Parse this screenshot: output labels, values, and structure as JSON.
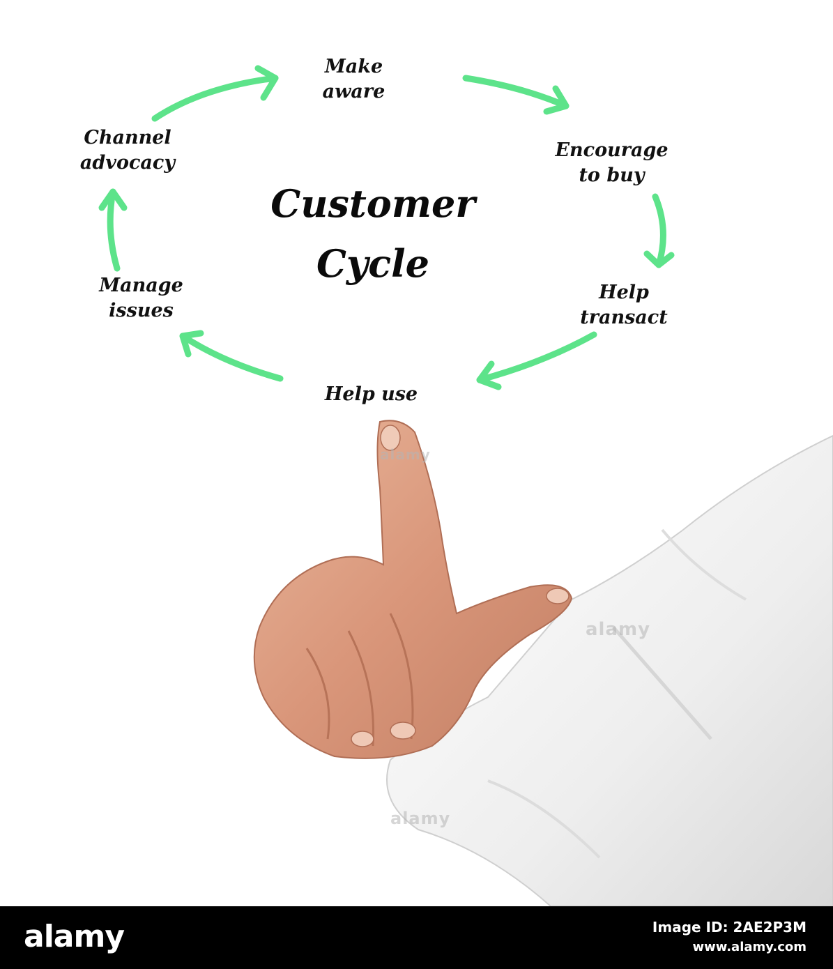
{
  "diagram": {
    "title_line1": "Customer",
    "title_line2": "Cycle",
    "steps": [
      {
        "line1": "Make",
        "line2": "aware"
      },
      {
        "line1": "Encourage",
        "line2": "to buy"
      },
      {
        "line1": "Help",
        "line2": "transact"
      },
      {
        "line1": "Help use"
      },
      {
        "line1": "Manage",
        "line2": "issues"
      },
      {
        "line1": "Channel",
        "line2": "advocacy"
      }
    ],
    "arrow_color": "#5de38a"
  },
  "watermark": {
    "text": "alamy"
  },
  "footer": {
    "logo": "alamy",
    "image_id": "Image ID: 2AE2P3M",
    "site": "www.alamy.com"
  }
}
